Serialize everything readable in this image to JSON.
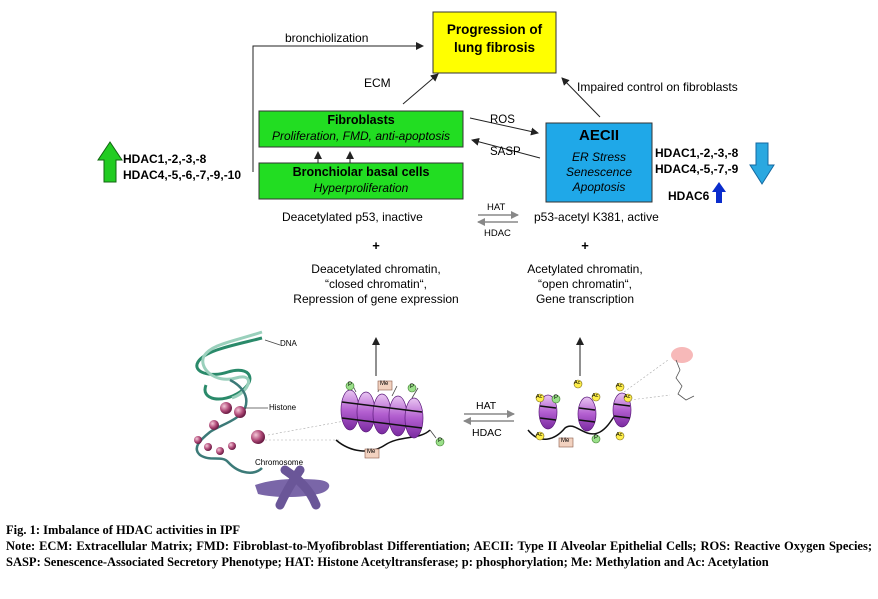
{
  "figure": {
    "progression_box": {
      "line1": "Progression of",
      "line2": "lung fibrosis",
      "color": "#ffff00"
    },
    "bronchiolization_label": "bronchiolization",
    "ecm_label": "ECM",
    "impaired_label": "Impaired control on fibroblasts",
    "fibroblasts_box": {
      "title": "Fibroblasts",
      "subtitle": "Proliferation, FMD, anti-apoptosis",
      "color": "#22dd22"
    },
    "basal_box": {
      "title": "Bronchiolar basal cells",
      "subtitle": "Hyperproliferation",
      "color": "#22dd22"
    },
    "aecii_box": {
      "title": "AECII",
      "line1": "ER Stress",
      "line2": "Senescence",
      "line3": "Apoptosis",
      "color": "#1fa8e8"
    },
    "ros_label": "ROS",
    "sasp_label": "SASP",
    "left_hdac": {
      "line1": "HDAC1,-2,-3,-8",
      "line2": "HDAC4,-5,-6,-7,-9,-10",
      "arrow_color": "#22cc22"
    },
    "right_hdac": {
      "line1": "HDAC1,-2,-3,-8",
      "line2": "HDAC4,-5,-7,-9",
      "arrow_color": "#2aa8e0"
    },
    "hdac6": {
      "label": "HDAC6",
      "arrow_color": "#0a2ccc"
    },
    "left_state": {
      "p53": "Deacetylated p53, inactive",
      "plus": "+",
      "line1": "Deacetylated chromatin,",
      "line2": "“closed chromatin“,",
      "line3": "Repression of gene expression"
    },
    "right_state": {
      "p53": "p53-acetyl K381, active",
      "plus": "+",
      "line1": "Acetylated chromatin,",
      "line2": "“open chromatin“,",
      "line3": "Gene transcription"
    },
    "hat_label": "HAT",
    "hdac_label": "HDAC",
    "lower_hat_label": "HAT",
    "lower_hdac_label": "HDAC",
    "dna_label": "DNA",
    "histone_label": "Histone",
    "chromosome_label": "Chromosome",
    "me_label": "Me",
    "p_label": "P",
    "ac_label": "Ac"
  },
  "caption": {
    "title": "Fig. 1: Imbalance of HDAC activities in IPF",
    "note": "Note: ECM: Extracellular Matrix; FMD: Fibroblast-to-Myofibroblast Differentiation; AECII: Type II Alveolar Epithelial Cells; ROS: Reactive Oxygen Species; SASP: Senescence-Associated Secretory Phenotype; HAT: Histone Acetyltransferase; p: phosphorylation; Me: Methylation and Ac: Acetylation"
  }
}
